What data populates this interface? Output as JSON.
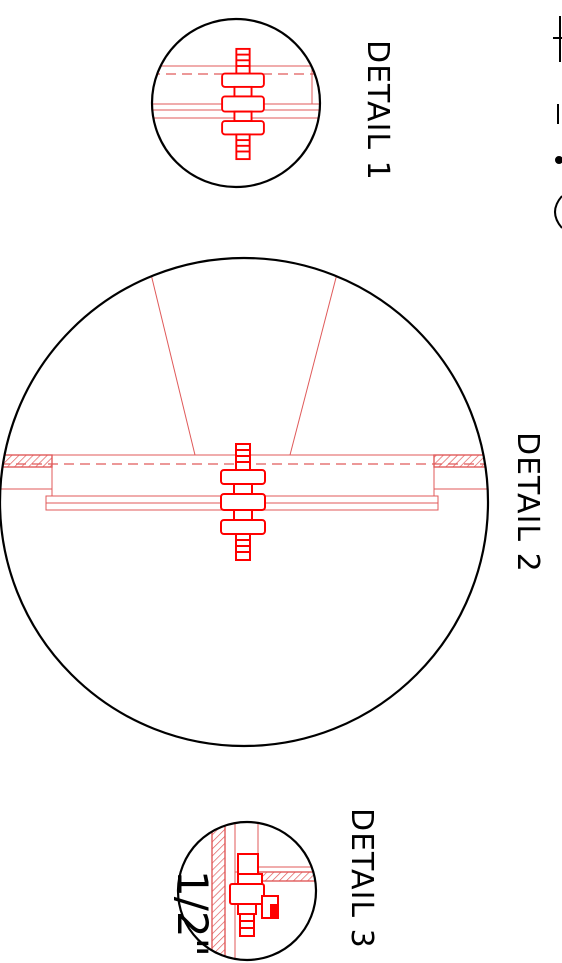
{
  "details": [
    {
      "id": "detail-1",
      "label": "DETAIL 1"
    },
    {
      "id": "detail-2",
      "label": "DETAIL 2"
    },
    {
      "id": "detail-3",
      "label": "DETAIL 3"
    }
  ],
  "detail3": {
    "dimension": "1/2\""
  },
  "colors": {
    "outline": "#000000",
    "part": "#ff0000",
    "guide": "#e05a5a"
  }
}
